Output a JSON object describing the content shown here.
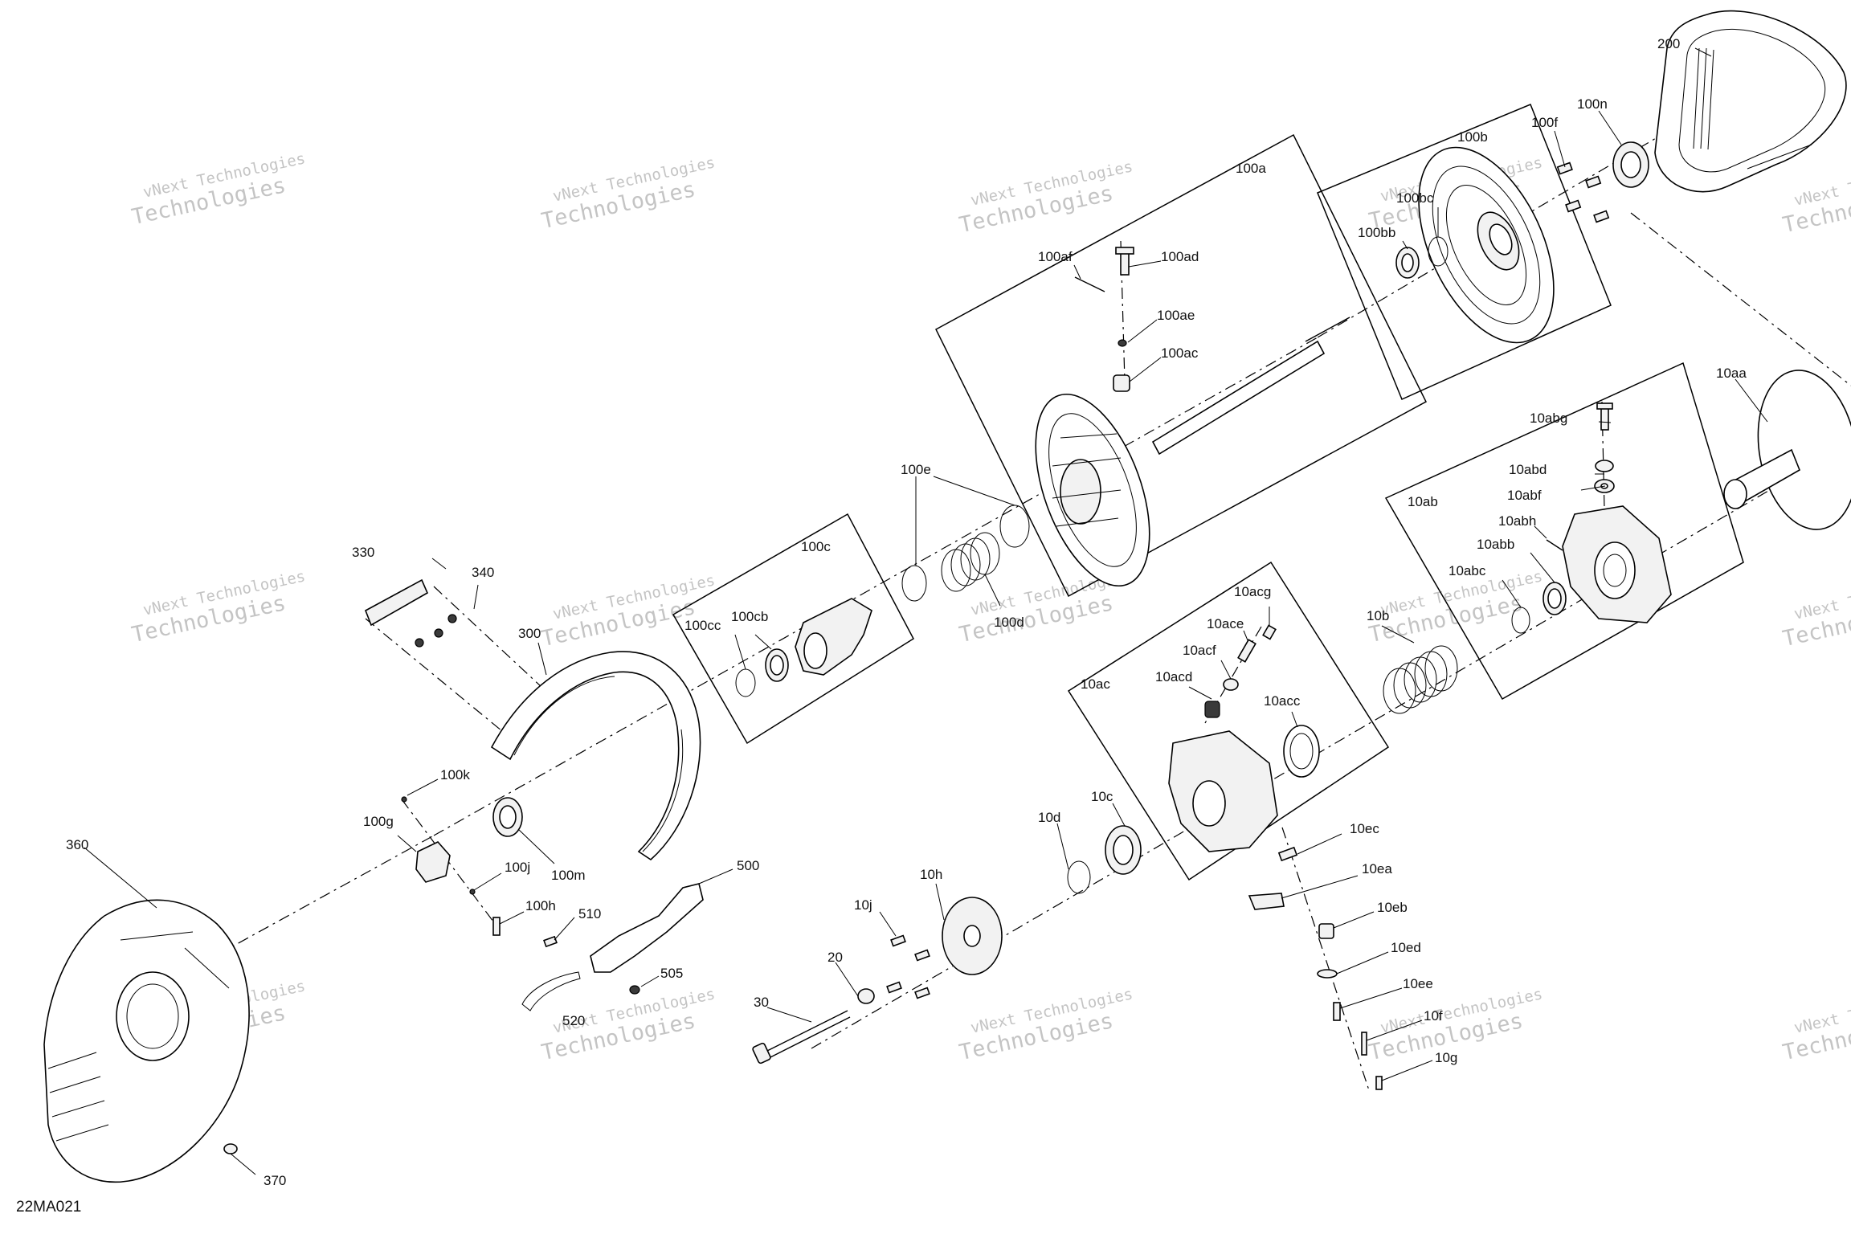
{
  "figure_id": "22MA021",
  "watermark": {
    "line1": "vNext Technologies",
    "line2": "Technologies",
    "corner": "vNext"
  },
  "callouts": {
    "p200": "200",
    "p100n": "100n",
    "p100f": "100f",
    "p100b": "100b",
    "p100bc": "100bc",
    "p100bb": "100bb",
    "p100a": "100a",
    "p100ad": "100ad",
    "p100af": "100af",
    "p100ae": "100ae",
    "p100ac": "100ac",
    "p10aa": "10aa",
    "p10abg": "10abg",
    "p10abd": "10abd",
    "p10abf": "10abf",
    "p10ab": "10ab",
    "p10abh": "10abh",
    "p10abb": "10abb",
    "p10abc": "10abc",
    "p100e": "100e",
    "p100c": "100c",
    "p100d": "100d",
    "p100cc": "100cc",
    "p100cb": "100cb",
    "p10acg": "10acg",
    "p10ace": "10ace",
    "p10acf": "10acf",
    "p10acd": "10acd",
    "p10ac": "10ac",
    "p10acc": "10acc",
    "p10b": "10b",
    "p330": "330",
    "p340": "340",
    "p300": "300",
    "p100k": "100k",
    "p100g": "100g",
    "p100j": "100j",
    "p100m": "100m",
    "p100h": "100h",
    "p360": "360",
    "p370": "370",
    "p500": "500",
    "p510": "510",
    "p505": "505",
    "p520": "520",
    "p10d": "10d",
    "p10c": "10c",
    "p10h": "10h",
    "p10j": "10j",
    "p20": "20",
    "p30": "30",
    "p10ec": "10ec",
    "p10ea": "10ea",
    "p10eb": "10eb",
    "p10ed": "10ed",
    "p10ee": "10ee",
    "p10f": "10f",
    "p10g": "10g"
  }
}
